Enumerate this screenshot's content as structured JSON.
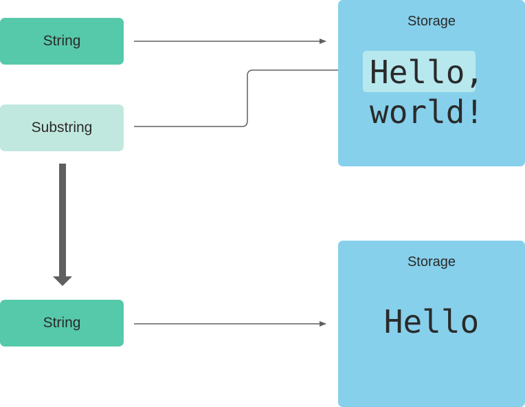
{
  "nodes": {
    "string_top": "String",
    "substring": "Substring",
    "string_bottom": "String"
  },
  "storage_top": {
    "label": "Storage",
    "line1_highlight": "Hello",
    "line1_rest": ",",
    "line2": "world!"
  },
  "storage_bottom": {
    "label": "Storage",
    "text": "Hello"
  },
  "colors": {
    "string": "#56c9aa",
    "substring": "#c1e8de",
    "storage": "#87d0eb",
    "highlight": "#b6e8ee",
    "arrow": "#5f5f5f"
  }
}
